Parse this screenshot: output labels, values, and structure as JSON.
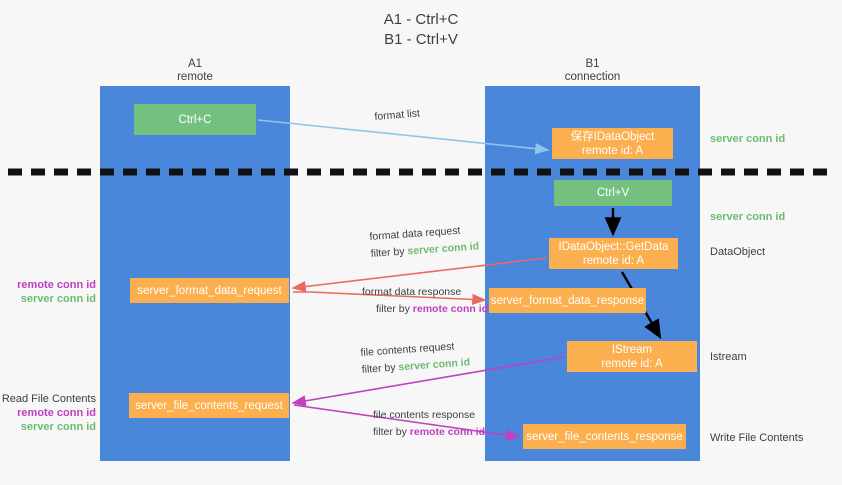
{
  "title": {
    "line1": "A1 - Ctrl+C",
    "line2": "B1 - Ctrl+V"
  },
  "lanes": [
    {
      "id": "A1",
      "name": "A1",
      "sub": "remote"
    },
    {
      "id": "B1",
      "name": "B1",
      "sub": "connection"
    }
  ],
  "boxes": {
    "ctrl_c": {
      "line1": "Ctrl+C",
      "line2": "",
      "color": "#74c17f"
    },
    "dataobject_saved": {
      "line1": "保存IDataObject",
      "line2": "remote id: A",
      "color": "#fcaf4e"
    },
    "ctrl_v": {
      "line1": "Ctrl+V",
      "line2": "",
      "color": "#74c17f"
    },
    "getdata": {
      "line1": "IDataObject::GetData",
      "line2": "remote id: A",
      "color": "#fcaf4e"
    },
    "format_data_request": {
      "line1": "server_format_data_request",
      "line2": "",
      "color": "#fcaf4e"
    },
    "format_data_response": {
      "line1": "server_format_data_response",
      "line2": "",
      "color": "#fcaf4e"
    },
    "istream": {
      "line1": "IStream",
      "line2": "remote id: A",
      "color": "#fcaf4e"
    },
    "file_contents_request": {
      "line1": "server_file_contents_request",
      "line2": "",
      "color": "#fcaf4e"
    },
    "file_contents_response": {
      "line1": "server_file_contents_response",
      "line2": "",
      "color": "#fcaf4e"
    }
  },
  "edge_labels": {
    "format_list": "format list",
    "format_data_request": {
      "line1": "format data request",
      "filter_prefix": "filter by ",
      "filter_id": "server conn id"
    },
    "format_data_response": {
      "line1": "format data response",
      "filter_prefix": "filter by ",
      "filter_id": "remote conn id"
    },
    "file_contents_request": {
      "line1": "file contents request",
      "filter_prefix": "filter by ",
      "filter_id": "server conn id"
    },
    "file_contents_response": {
      "line1": "file contents response",
      "filter_prefix": "filter by ",
      "filter_id": "remote conn id"
    }
  },
  "right_notes": {
    "server_conn_id_top": "server conn id",
    "server_conn_id_middle": "server conn id",
    "dataobject": "DataObject",
    "istream": "Istream",
    "write_file_contents": "Write File Contents"
  },
  "left_notes": {
    "group1": {
      "remote": "remote conn id",
      "server": "server conn id"
    },
    "group2": {
      "heading": "Read File Contents",
      "remote": "remote conn id",
      "server": "server conn id"
    }
  },
  "colors": {
    "lane_fill": "#4a86d9",
    "box_green": "#74c17f",
    "box_orange": "#fcaf4e",
    "accent_green_text": "#6dbb72",
    "accent_purple_text": "#c040c0",
    "arrow_red": "#ea6a5e",
    "arrow_blue": "#8ec7e8",
    "arrow_magenta": "#c040c0",
    "arrow_black": "#000000",
    "background": "#f7f7f7",
    "text": "#3c4043"
  }
}
